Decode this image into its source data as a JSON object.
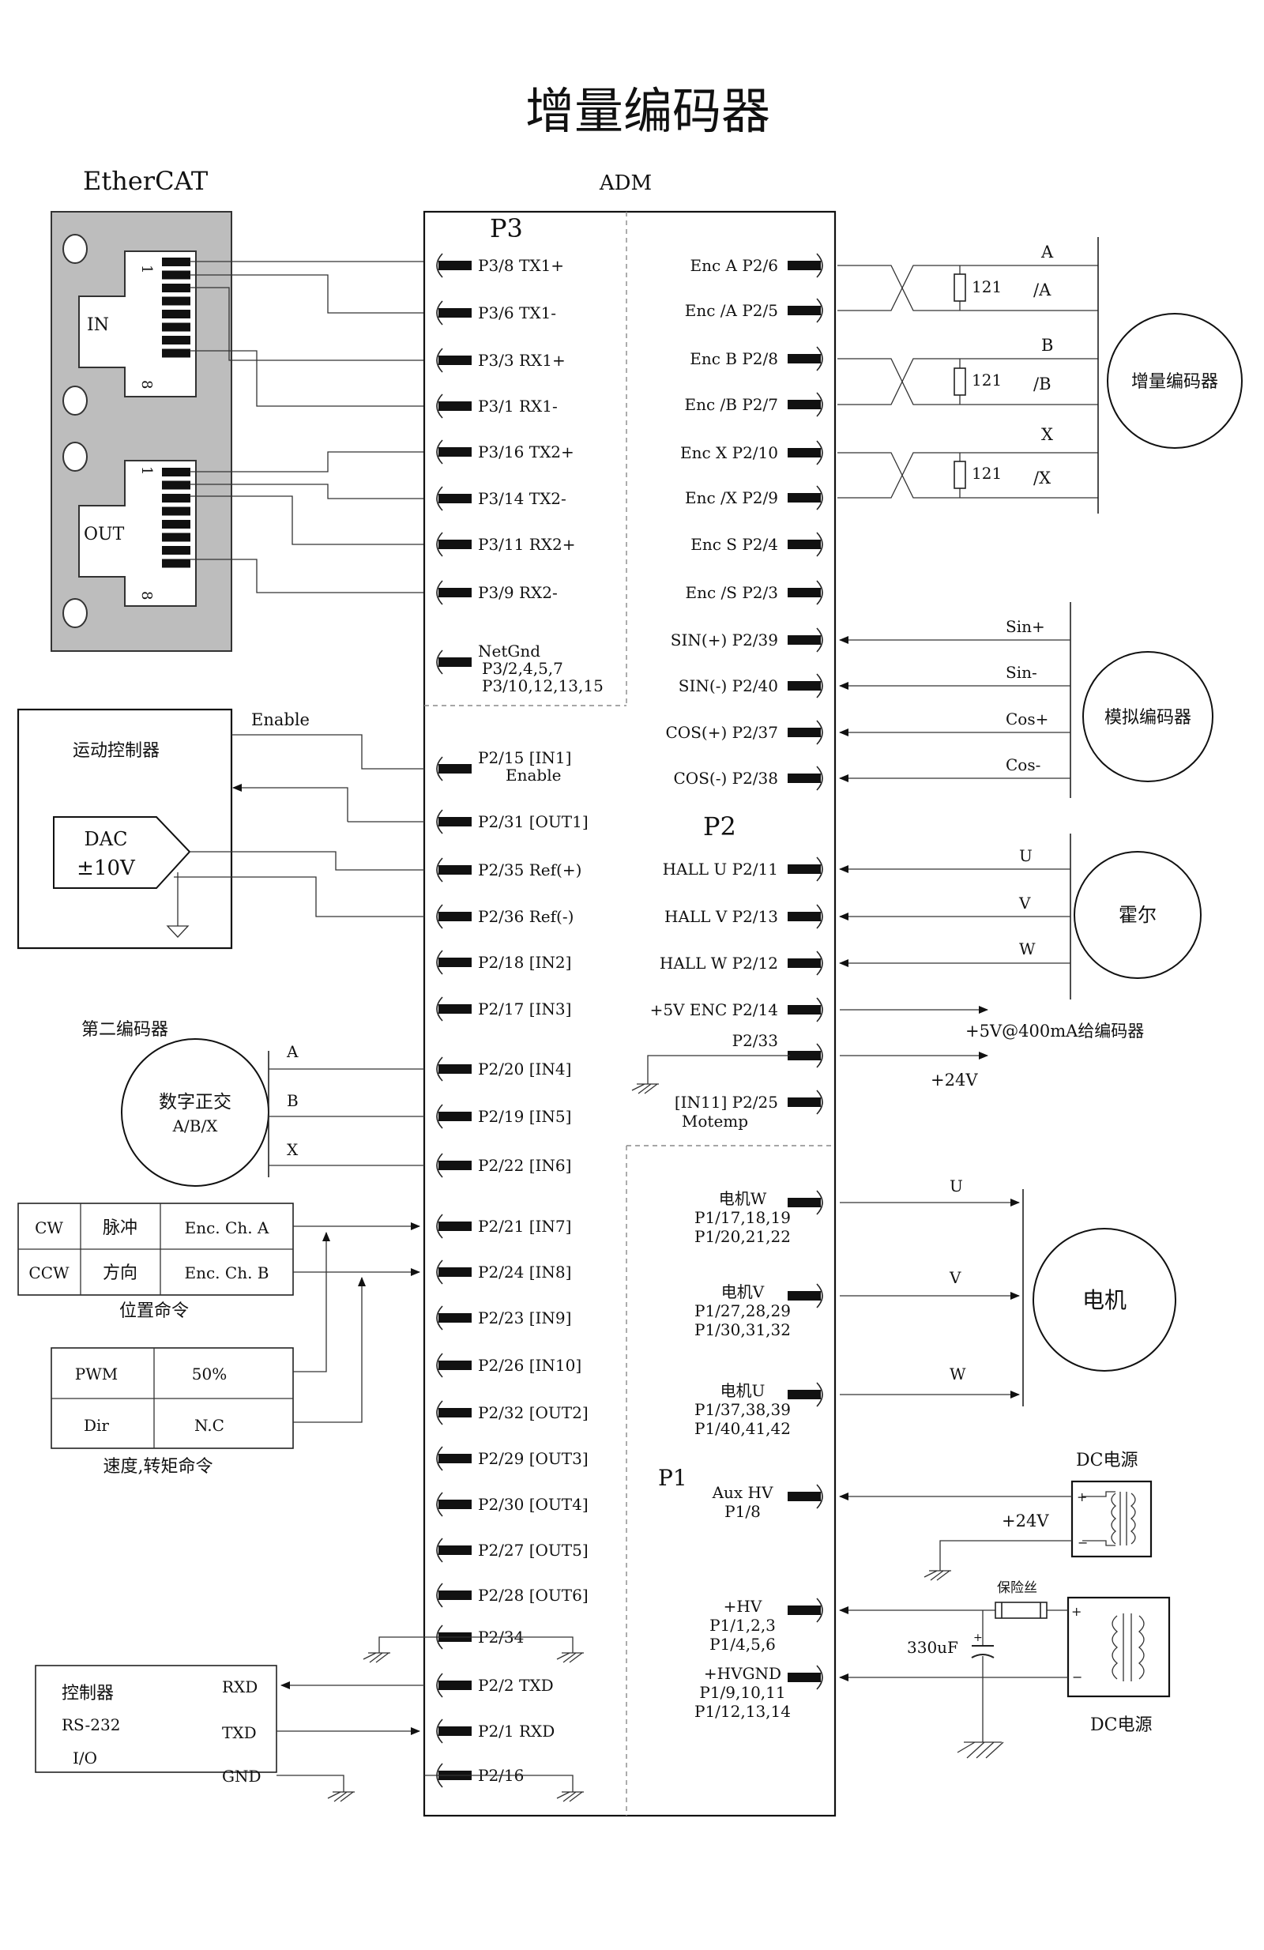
{
  "title": "增量编码器",
  "ethercat": {
    "label": "EtherCAT",
    "port_in": "IN",
    "port_out": "OUT",
    "pin_first": "1",
    "pin_last": "8"
  },
  "adm": {
    "label": "ADM",
    "p3_label": "P3",
    "p2_label": "P2",
    "p1_label": "P1"
  },
  "left_pins": [
    {
      "label": "P3/8  TX1+"
    },
    {
      "label": "P3/6  TX1-"
    },
    {
      "label": "P3/3  RX1+"
    },
    {
      "label": "P3/1  RX1-"
    },
    {
      "label": "P3/16  TX2+"
    },
    {
      "label": "P3/14  TX2-"
    },
    {
      "label": "P3/11  RX2+"
    },
    {
      "label": "P3/9  RX2-"
    },
    {
      "label": "NetGnd",
      "sub": [
        "P3/2,4,5,7",
        "P3/10,12,13,15"
      ]
    },
    {
      "label": "P2/15 [IN1]",
      "sub": [
        "Enable"
      ]
    },
    {
      "label": "P2/31 [OUT1]"
    },
    {
      "label": "P2/35  Ref(+)"
    },
    {
      "label": "P2/36  Ref(-)"
    },
    {
      "label": "P2/18  [IN2]"
    },
    {
      "label": "P2/17  [IN3]"
    },
    {
      "label": "P2/20  [IN4]"
    },
    {
      "label": "P2/19  [IN5]"
    },
    {
      "label": "P2/22  [IN6]"
    },
    {
      "label": "P2/21  [IN7]"
    },
    {
      "label": "P2/24  [IN8]"
    },
    {
      "label": "P2/23  [IN9]"
    },
    {
      "label": "P2/26  [IN10]"
    },
    {
      "label": "P2/32  [OUT2]"
    },
    {
      "label": "P2/29  [OUT3]"
    },
    {
      "label": "P2/30  [OUT4]"
    },
    {
      "label": "P2/27  [OUT5]"
    },
    {
      "label": "P2/28  [OUT6]"
    },
    {
      "label": "P2/34"
    },
    {
      "label": "P2/2  TXD"
    },
    {
      "label": "P2/1  RXD"
    },
    {
      "label": "P2/16"
    }
  ],
  "right_pins": [
    {
      "label": "Enc  A  P2/6"
    },
    {
      "label": "Enc  /A  P2/5"
    },
    {
      "label": "Enc  B  P2/8"
    },
    {
      "label": "Enc  /B  P2/7"
    },
    {
      "label": "Enc  X  P2/10"
    },
    {
      "label": "Enc  /X  P2/9"
    },
    {
      "label": "Enc  S  P2/4"
    },
    {
      "label": "Enc  /S  P2/3"
    },
    {
      "label": "SIN(+)  P2/39"
    },
    {
      "label": "SIN(-)  P2/40"
    },
    {
      "label": "COS(+)  P2/37"
    },
    {
      "label": "COS(-)  P2/38"
    },
    {
      "label": "HALL U  P2/11"
    },
    {
      "label": "HALL V  P2/13"
    },
    {
      "label": "HALL W  P2/12"
    },
    {
      "label": "+5V  ENC  P2/14"
    },
    {
      "label": "P2/33"
    },
    {
      "label": "[IN11]  P2/25",
      "sub": [
        "Motemp"
      ]
    },
    {
      "label": "电机W",
      "sub": [
        "P1/17,18,19",
        "P1/20,21,22"
      ]
    },
    {
      "label": "电机V",
      "sub": [
        "P1/27,28,29",
        "P1/30,31,32"
      ]
    },
    {
      "label": "电机U",
      "sub": [
        "P1/37,38,39",
        "P1/40,41,42"
      ]
    },
    {
      "label": "Aux  HV",
      "sub": [
        "P1/8"
      ]
    },
    {
      "label": "+HV",
      "sub": [
        "P1/1,2,3",
        "P1/4,5,6"
      ]
    },
    {
      "label": "+HVGND",
      "sub": [
        "P1/9,10,11",
        "P1/12,13,14"
      ]
    }
  ],
  "incremental_encoder": {
    "name": "增量编码器",
    "signals": [
      "A",
      "/A",
      "B",
      "/B",
      "X",
      "/X"
    ],
    "resistor": "121"
  },
  "analog_encoder": {
    "name": "模拟编码器",
    "signals": [
      "Sin+",
      "Sin-",
      "Cos+",
      "Cos-"
    ]
  },
  "hall": {
    "name": "霍尔",
    "signals": [
      "U",
      "V",
      "W"
    ]
  },
  "encoder_power": {
    "supply_label": "+5V@400mA给编码器",
    "v24": "+24V"
  },
  "motion_controller": {
    "title": "运动控制器",
    "dac_line1": "DAC",
    "dac_line2": "±10V",
    "enable": "Enable"
  },
  "second_encoder": {
    "title": "第二编码器",
    "name_line1": "数字正交",
    "name_line2": "A/B/X",
    "signals": [
      "A",
      "B",
      "X"
    ]
  },
  "position_cmd": {
    "rows": [
      [
        "CW",
        "脉冲",
        "Enc. Ch. A"
      ],
      [
        "CCW",
        "方向",
        "Enc. Ch. B"
      ]
    ],
    "caption": "位置命令"
  },
  "speed_cmd": {
    "rows": [
      [
        "PWM",
        "50%"
      ],
      [
        "Dir",
        "N.C"
      ]
    ],
    "caption": "速度,转矩命令"
  },
  "motor": {
    "name": "电机",
    "phases": [
      "U",
      "V",
      "W"
    ]
  },
  "dc_supply_top": {
    "label": "DC电源",
    "v24": "+24V"
  },
  "dc_supply_bottom": {
    "label": "DC电源",
    "fuse": "保险丝",
    "cap": "330uF"
  },
  "rs232": {
    "line1": "控制器",
    "line2": "RS-232",
    "line3": "I/O",
    "pins": [
      "RXD",
      "TXD",
      "GND"
    ]
  }
}
